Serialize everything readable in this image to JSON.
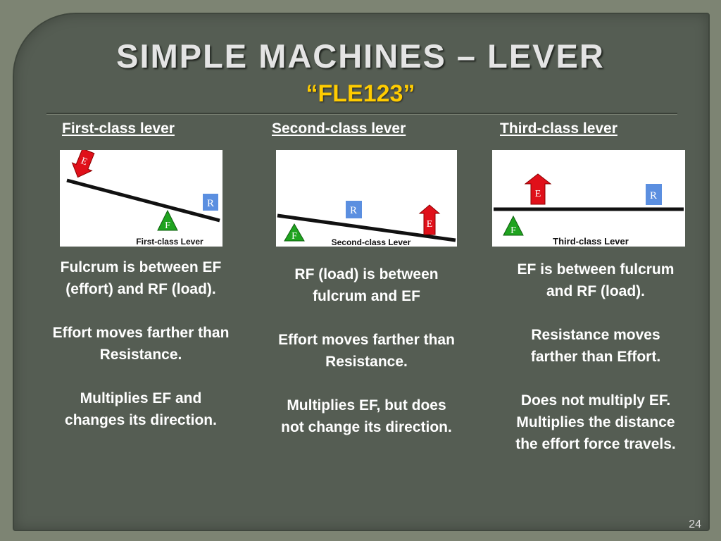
{
  "slide": {
    "title": "SIMPLE MACHINES – LEVER",
    "subtitle": "“FLE123”",
    "page_number": "24"
  },
  "columns": [
    {
      "heading": "First-class lever",
      "diagram": {
        "effort_label": "E",
        "resistance_label": "R",
        "fulcrum_label": "F",
        "caption": "First-class Lever"
      },
      "paragraphs": [
        "Fulcrum is between EF (effort) and RF (load).",
        "Effort moves farther than Resistance.",
        "Multiplies EF and changes its direction."
      ]
    },
    {
      "heading": "Second-class lever",
      "diagram": {
        "effort_label": "E",
        "resistance_label": "R",
        "fulcrum_label": "F",
        "caption": "Second-class Lever"
      },
      "paragraphs": [
        "RF (load) is between fulcrum and EF",
        "Effort moves farther than Resistance.",
        "Multiplies EF, but does not change its direction."
      ]
    },
    {
      "heading": "Third-class lever",
      "diagram": {
        "effort_label": "E",
        "resistance_label": "R",
        "fulcrum_label": "F",
        "caption": "Third-class Lever"
      },
      "paragraphs": [
        "EF is between fulcrum and RF (load).",
        "Resistance moves farther than Effort.",
        "Does not multiply EF.  Multiplies the distance the effort force travels."
      ]
    }
  ],
  "colors": {
    "effort_arrow": "#e0101a",
    "resistance_box": "#5b8fe0",
    "fulcrum_triangle": "#1fa31f",
    "title_text": "#e4e4e4",
    "subtitle_text": "#ffcc00"
  }
}
